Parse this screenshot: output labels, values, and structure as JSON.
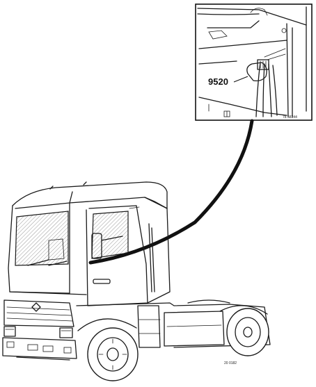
{
  "callout": {
    "part_number": "9520",
    "inset_ref": "78 58344",
    "figure_ref": "20 0182"
  }
}
